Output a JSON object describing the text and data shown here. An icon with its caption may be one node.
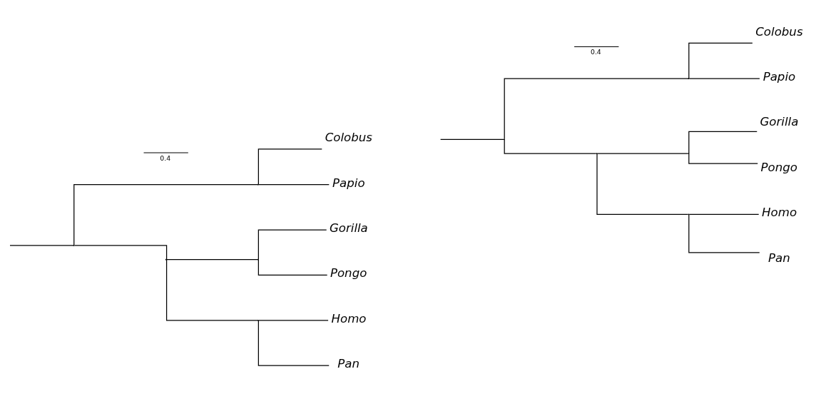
{
  "diagram": {
    "nodes": [
      {
        "text": [],
        "shape": "point"
      },
      {
        "text": [],
        "shape": "point"
      },
      {
        "text": [
          "Colobus"
        ]
      },
      {
        "text": [
          "Papio"
        ]
      },
      {
        "text": [],
        "shape": "point"
      },
      {
        "text": [],
        "shape": "point"
      },
      {
        "text": [
          "Gorilla"
        ]
      },
      {
        "text": [
          "Pongo"
        ]
      },
      {
        "text": [],
        "shape": "point"
      },
      {
        "text": [
          "Homo"
        ]
      },
      {
        "text": [
          "Pan"
        ]
      },
      {
        "text": [],
        "shape": "point"
      },
      {
        "text": [],
        "shape": "point"
      },
      {
        "text": [
          "Colobus"
        ]
      },
      {
        "text": [
          "Papio"
        ]
      },
      {
        "text": [],
        "shape": "point"
      },
      {
        "text": [],
        "shape": "point"
      },
      {
        "text": [
          "Gorilla"
        ]
      },
      {
        "text": [
          "Pongo"
        ]
      },
      {
        "text": [],
        "shape": "point"
      },
      {
        "text": [
          "Homo"
        ]
      },
      {
        "text": [
          "Pan"
        ]
      }
    ],
    "edges": [
      {
        "from": null,
        "to": 0,
        "arrow": "none"
      },
      {
        "from": 0,
        "to": 1,
        "arrow": "none"
      },
      {
        "from": 1,
        "to": 2,
        "arrow": "none"
      },
      {
        "from": 1,
        "to": 3,
        "arrow": "none"
      },
      {
        "from": 0,
        "to": 4,
        "arrow": "none"
      },
      {
        "from": 4,
        "to": 5,
        "arrow": "none"
      },
      {
        "from": 5,
        "to": 6,
        "arrow": "none"
      },
      {
        "from": 5,
        "to": 7,
        "arrow": "none"
      },
      {
        "from": 4,
        "to": 8,
        "arrow": "none"
      },
      {
        "from": 8,
        "to": 9,
        "arrow": "none"
      },
      {
        "from": 8,
        "to": 10,
        "arrow": "none"
      },
      {
        "from": null,
        "to": 11,
        "arrow": "none"
      },
      {
        "from": 11,
        "to": 12,
        "arrow": "none"
      },
      {
        "from": 12,
        "to": 13,
        "arrow": "none"
      },
      {
        "from": 12,
        "to": 14,
        "arrow": "none"
      },
      {
        "from": 11,
        "to": 15,
        "arrow": "none"
      },
      {
        "from": 15,
        "to": 16,
        "arrow": "none"
      },
      {
        "from": 16,
        "to": 17,
        "arrow": "none"
      },
      {
        "from": 16,
        "to": 18,
        "arrow": "none"
      },
      {
        "from": 15,
        "to": 19,
        "arrow": "none"
      },
      {
        "from": 19,
        "to": 20,
        "arrow": "none"
      },
      {
        "from": 19,
        "to": 21,
        "arrow": "none"
      }
    ],
    "labels": [
      "0.4",
      "0.4"
    ]
  }
}
